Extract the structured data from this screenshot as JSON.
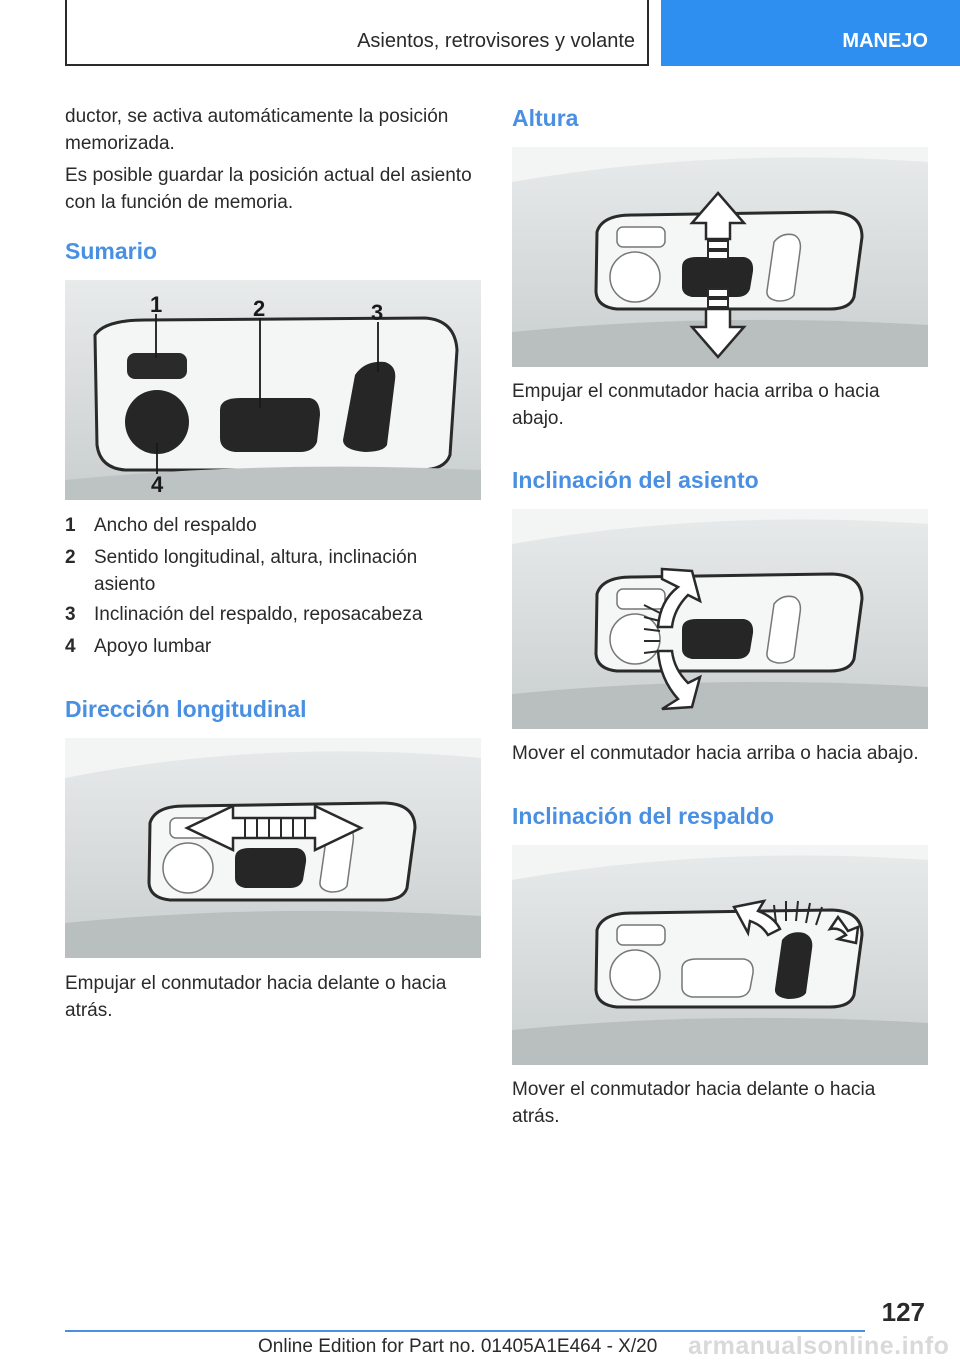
{
  "header": {
    "chapter_title": "Asientos, retrovisores y volante",
    "section_label": "MANEJO"
  },
  "left": {
    "intro_p1": "ductor, se activa automáticamente la posición memorizada.",
    "intro_p2": "Es posible guardar la posición actual del asiento con la función de memoria.",
    "sumario_heading": "Sumario",
    "callouts": [
      "1",
      "2",
      "3",
      "4"
    ],
    "list": [
      {
        "num": "1",
        "text": "Ancho del respaldo"
      },
      {
        "num": "2",
        "text": "Sentido longitudinal, altura, inclinación asiento"
      },
      {
        "num": "3",
        "text": "Inclinación del respaldo, reposacabeza"
      },
      {
        "num": "4",
        "text": "Apoyo lumbar"
      }
    ],
    "longitudinal_heading": "Dirección longitudinal",
    "longitudinal_text": "Empujar el conmutador hacia delante o hacia atrás."
  },
  "right": {
    "altura_heading": "Altura",
    "altura_text": "Empujar el conmutador hacia arriba o hacia abajo.",
    "inclinacion_asiento_heading": "Inclinación del asiento",
    "inclinacion_asiento_text": "Mover el conmutador hacia arriba o hacia abajo.",
    "inclinacion_respaldo_heading": "Inclinación del respaldo",
    "inclinacion_respaldo_text": "Mover el conmutador hacia delante o hacia atrás."
  },
  "footer": {
    "page_number": "127",
    "edition_text": "Online Edition for Part no. 01405A1E464 - X/20",
    "watermark": "armanualsonline.info"
  },
  "colors": {
    "accent": "#4a90e2",
    "header_bar": "#2f8ff0"
  }
}
